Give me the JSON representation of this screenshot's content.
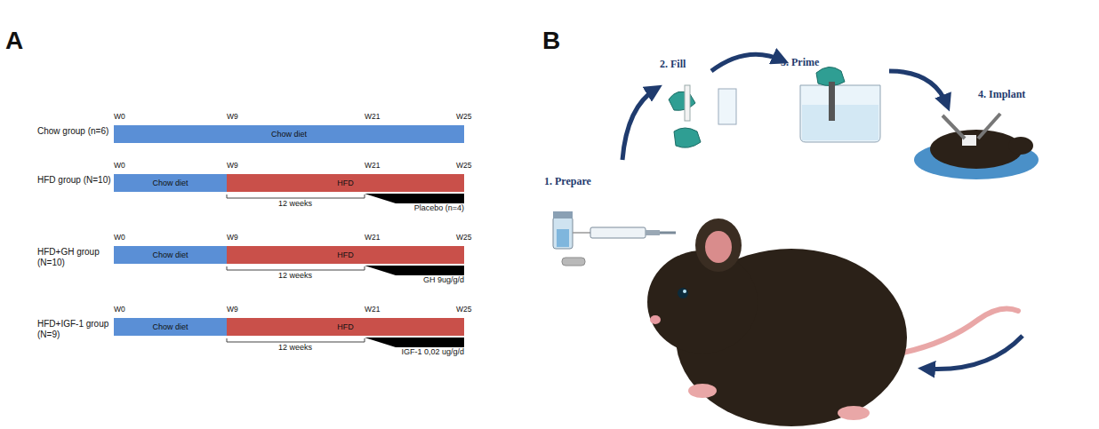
{
  "diagram": {
    "nodes": [
      {
        "text": [
          "Chow diet"
        ]
      },
      {
        "text": [
          "Chow diet"
        ]
      },
      {
        "text": [
          "HFD"
        ]
      },
      {
        "text": [
          "Chow diet"
        ]
      },
      {
        "text": [
          "HFD"
        ]
      },
      {
        "text": [
          "Chow diet"
        ]
      },
      {
        "text": [
          "HFD"
        ]
      }
    ],
    "labels": [
      "A",
      "Chow group (n=6)",
      "W0",
      "W9",
      "W21",
      "W25",
      "HFD group (N=10)",
      "W0",
      "W9",
      "W21",
      "W25",
      "12 weeks",
      "Placebo (n=4)",
      "HFD+GH group (N=10)",
      "W0",
      "W9",
      "W21",
      "W25",
      "12 weeks",
      "GH 9ug/g/d",
      "HFD+IGF-1 group (N=9)",
      "W0",
      "W9",
      "W21",
      "W25",
      "12 weeks",
      "IGF-1 0,02 ug/g/d",
      "B",
      "1. Prepare",
      "2. Fill",
      "3. Prime",
      "4. Implant"
    ]
  }
}
